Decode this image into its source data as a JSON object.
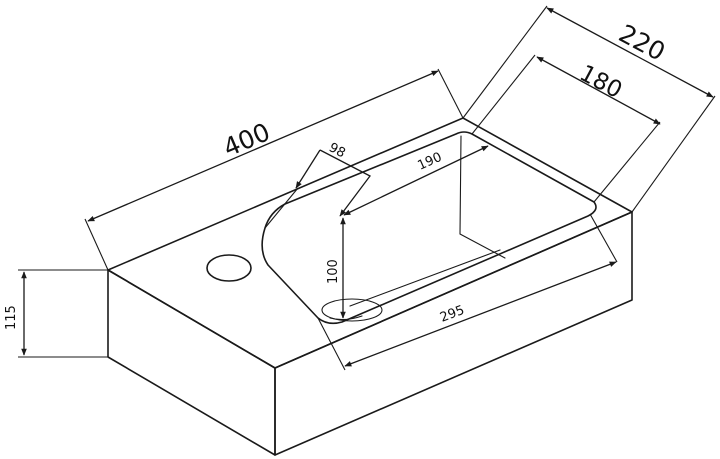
{
  "diagram": {
    "dimensions": {
      "length": "400",
      "depth_outer": "220",
      "depth_inner": "180",
      "offset": "98",
      "basin_width_top": "190",
      "basin_depth": "100",
      "basin_length": "295",
      "height": "115"
    }
  }
}
